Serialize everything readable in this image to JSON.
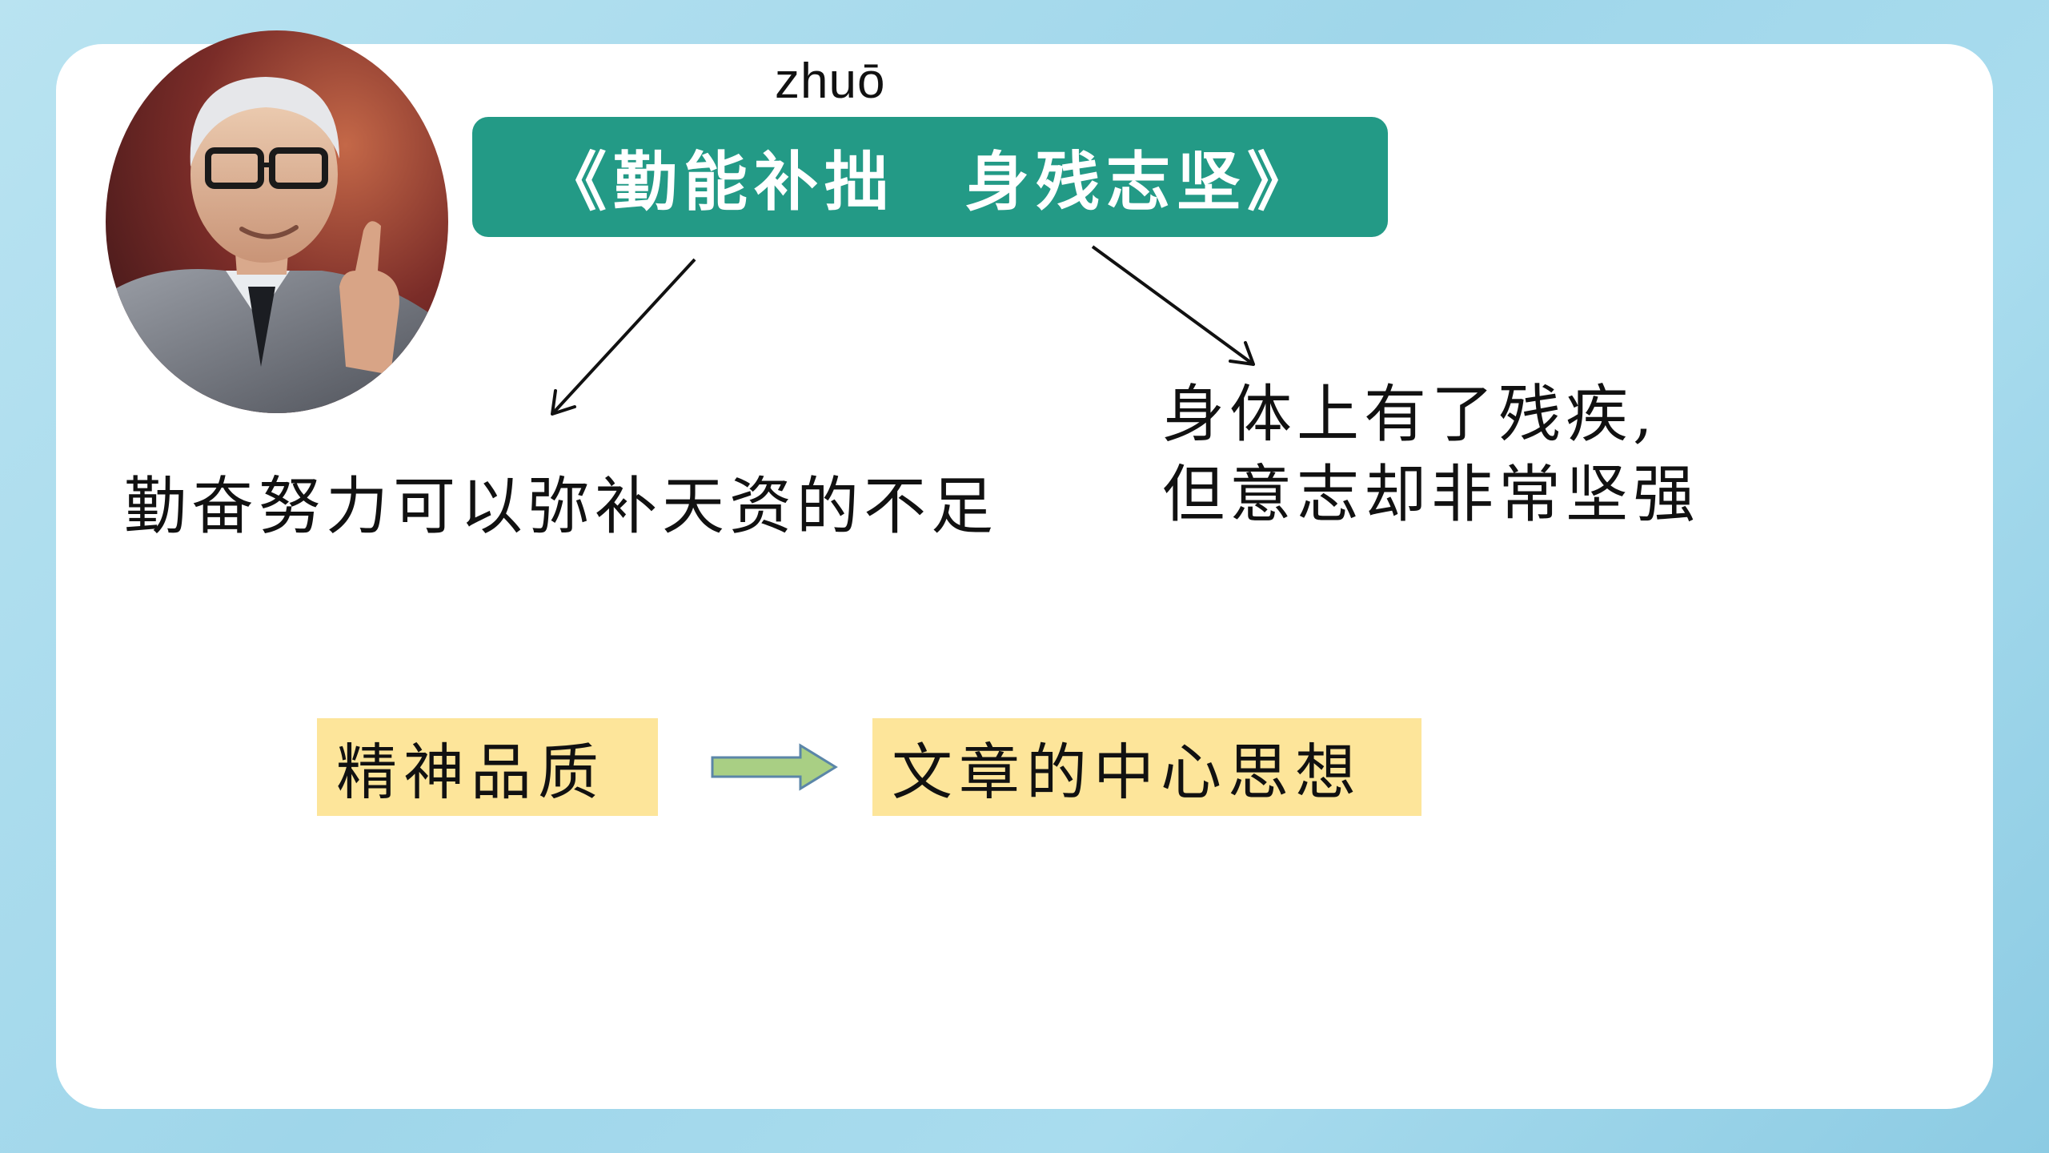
{
  "slide": {
    "pinyin": "zhuō",
    "title": "《勤能补拙　身残志坚》",
    "meaning_left": "勤奋努力可以弥补天资的不足",
    "meaning_right_line1": "身体上有了残疾,",
    "meaning_right_line2": "但意志却非常坚强",
    "box_left": "精神品质",
    "box_right": "文章的中心思想"
  },
  "colors": {
    "background": "#a9dcee",
    "card": "#ffffff",
    "title_box": "#239a86",
    "highlight_box": "#fde59a",
    "flow_arrow_fill": "#a9cf84",
    "flow_arrow_stroke": "#5b86a8"
  },
  "icons": {
    "portrait": "elderly-man-portrait",
    "arrows": "black-diagonal-arrows",
    "flow": "green-right-arrow"
  }
}
